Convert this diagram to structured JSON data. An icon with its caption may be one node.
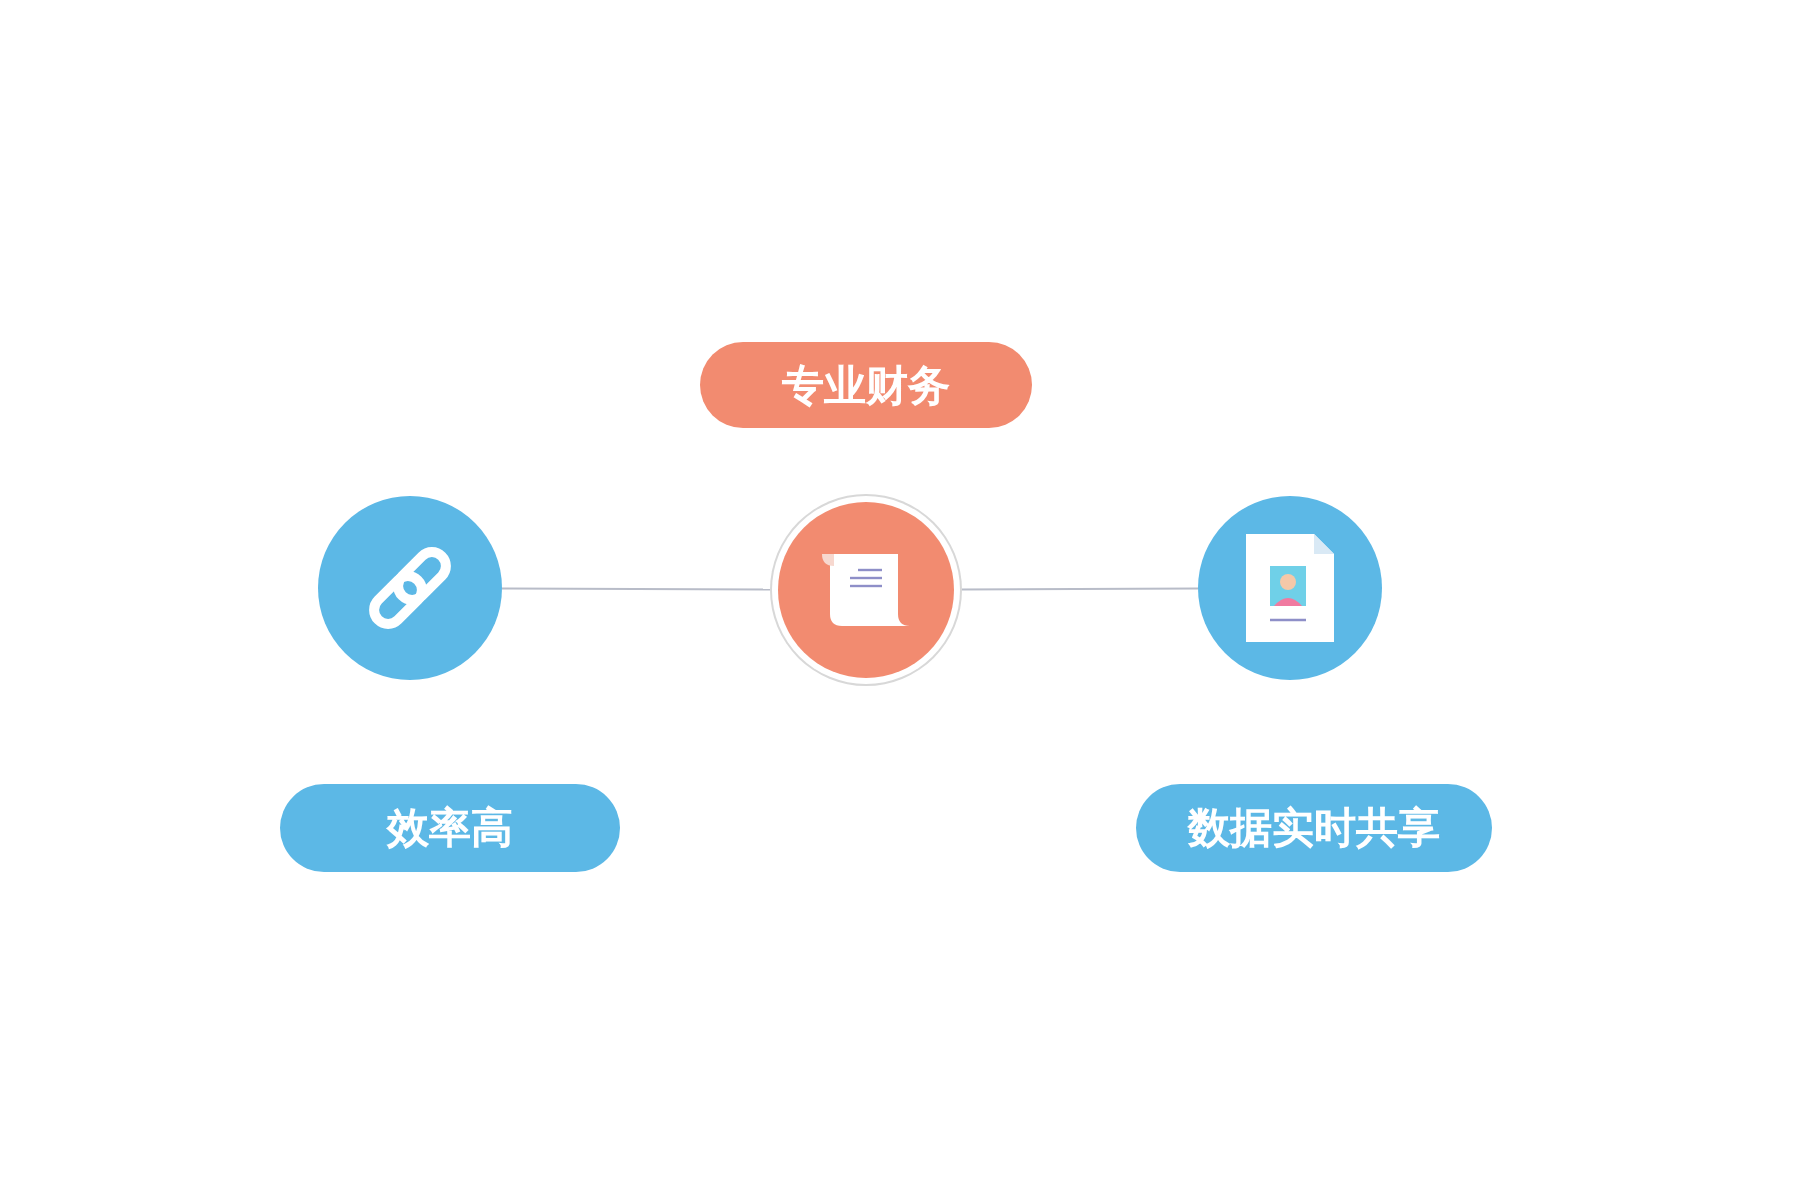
{
  "diagram": {
    "nodes": [
      {
        "text": [
          "专业财务"
        ]
      },
      {
        "text": [],
        "shape": "circle"
      },
      {
        "text": [],
        "shape": "circle"
      },
      {
        "text": [],
        "shape": "circle"
      },
      {
        "text": [
          "效率高"
        ]
      },
      {
        "text": [
          "数据实时共享"
        ]
      }
    ],
    "edges": [
      {
        "from": 1,
        "to": 2,
        "arrow": "none"
      },
      {
        "from": 2,
        "to": 3,
        "arrow": "none"
      }
    ]
  }
}
